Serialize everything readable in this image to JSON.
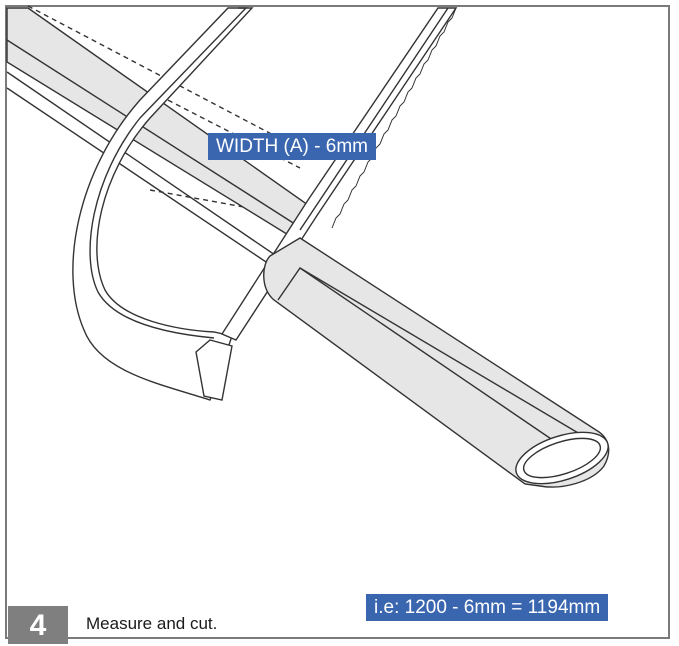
{
  "diagram": {
    "width_label": "WIDTH (A) - 6mm",
    "formula_label": "i.e: 1200 - 6mm = 1194mm"
  },
  "step": {
    "number": "4",
    "instruction": "Measure and cut."
  },
  "colors": {
    "label_bg": "#3a66b0",
    "label_text": "#ffffff",
    "step_badge_bg": "#7f7f7f",
    "tube_fill": "#e6e6e6",
    "frame_border": "#7a7a7a"
  }
}
